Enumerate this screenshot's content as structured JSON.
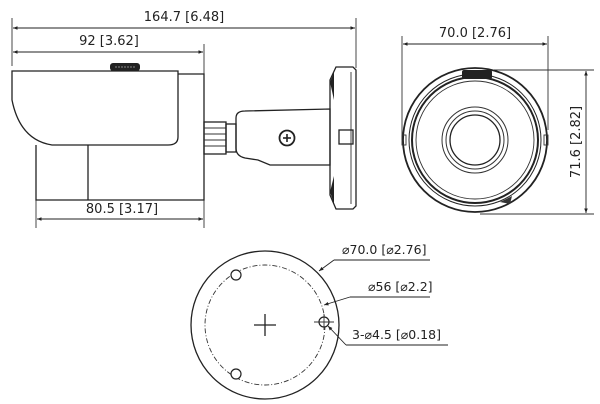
{
  "title": "Bullet camera dimension drawing",
  "units": "mm [inch]",
  "side_view": {
    "overall_length": "164.7 [6.48]",
    "housing_length": "92 [3.62]",
    "body_length": "80.5 [3.17]"
  },
  "front_view": {
    "width": "70.0 [2.76]",
    "height": "71.6 [2.82]"
  },
  "mount_base": {
    "outer_diameter": "⌀70.0 [⌀2.76]",
    "bolt_circle_diameter": "⌀56 [⌀2.2]",
    "holes": "3-⌀4.5 [⌀0.18]"
  },
  "colors": {
    "line": "#222222",
    "background": "#ffffff"
  }
}
